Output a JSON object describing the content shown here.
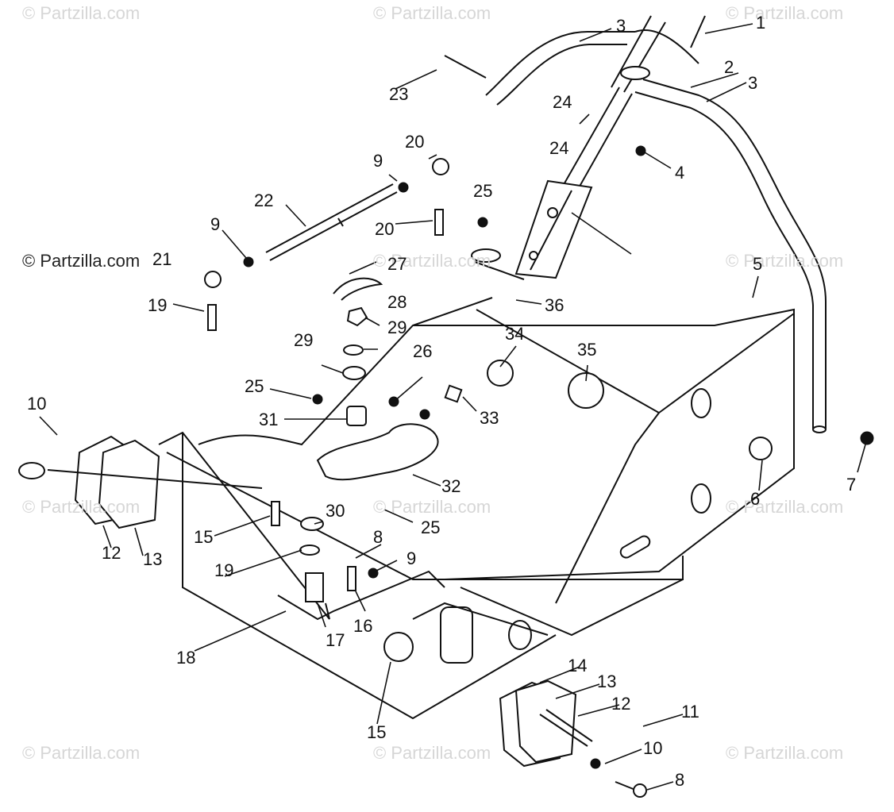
{
  "watermark": {
    "text": "© Partzilla.com",
    "dark_text": "© Partzilla.com"
  },
  "callouts": [
    "1",
    "2",
    "3",
    "3",
    "4",
    "5",
    "6",
    "7",
    "8",
    "8",
    "9",
    "9",
    "9",
    "10",
    "10",
    "11",
    "12",
    "12",
    "13",
    "13",
    "14",
    "15",
    "15",
    "16",
    "17",
    "18",
    "19",
    "19",
    "20",
    "20",
    "21",
    "22",
    "23",
    "24",
    "24",
    "25",
    "25",
    "25",
    "26",
    "27",
    "28",
    "29",
    "29",
    "30",
    "31",
    "32",
    "33",
    "34",
    "35",
    "36"
  ],
  "colors": {
    "line": "#111111",
    "watermark": "#d6d6d6",
    "background": "#ffffff"
  }
}
